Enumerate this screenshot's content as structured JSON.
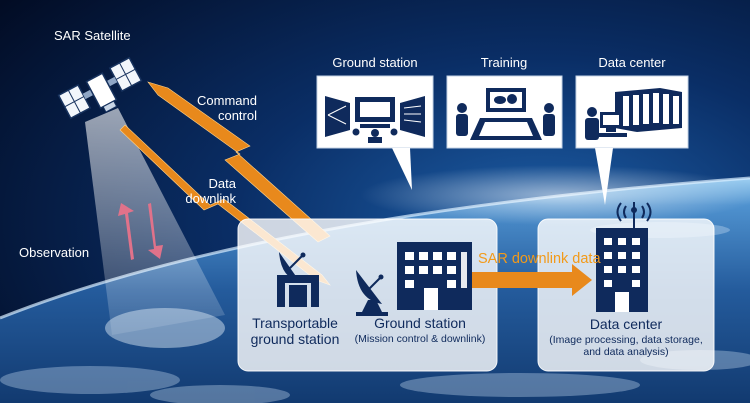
{
  "labels": {
    "sar_satellite": "SAR Satellite",
    "command_control": [
      "Command",
      "control"
    ],
    "data_downlink": [
      "Data",
      "downlink"
    ],
    "observation": "Observation",
    "panel_ground_station": "Ground station",
    "panel_training": "Training",
    "panel_data_center": "Data center",
    "transportable": [
      "Transportable",
      "ground station"
    ],
    "ground_station": "Ground station",
    "ground_station_sub": "(Mission control & downlink)",
    "sar_downlink_data": "SAR downlink data",
    "data_center": "Data center",
    "data_center_sub": [
      "(Image processing, data storage,",
      "and data analysis)"
    ]
  },
  "colors": {
    "navy": "#0f2a5c",
    "arrow_orange": "#e8891c",
    "observation_arrows": "#e0728a",
    "background_dark": "#02122f"
  }
}
